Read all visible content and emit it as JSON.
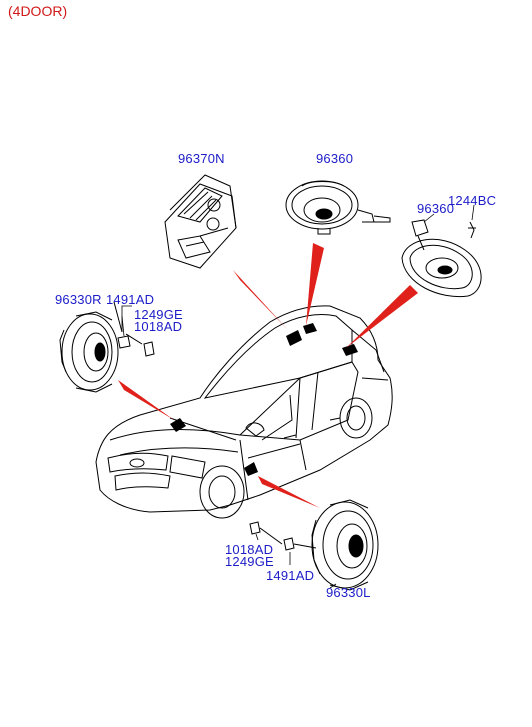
{
  "header": {
    "variant": "(4DOOR)"
  },
  "colors": {
    "label": "#1c1cc8",
    "variant": "#d01818",
    "pointer": "#e0201a",
    "line": "#000000"
  },
  "parts": {
    "amp": {
      "number": "96370N"
    },
    "rear_speaker": {
      "number": "96360"
    },
    "rear_speaker_right": {
      "number": "96360"
    },
    "clip_bc": {
      "number": "1244BC"
    },
    "front_speaker_r": {
      "number": "96330R"
    },
    "screw_1491_r": {
      "number": "1491AD"
    },
    "screw_1249_r": {
      "number": "1249GE"
    },
    "screw_1018_r": {
      "number": "1018AD"
    },
    "front_speaker_l": {
      "number": "96330L"
    },
    "screw_1018_l": {
      "number": "1018AD"
    },
    "screw_1249_l": {
      "number": "1249GE"
    },
    "screw_1491_l": {
      "number": "1491AD"
    }
  }
}
